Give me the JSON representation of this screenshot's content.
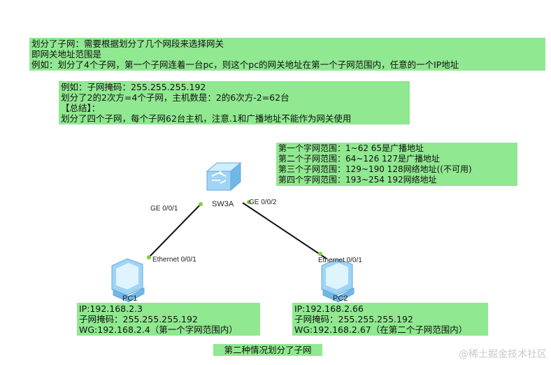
{
  "note_top": {
    "lines": [
      "划分了子网：需要根据划分了几个网段来选择网关",
      "即网关地址范围是",
      "例如：划分了4个子网，第一个子网连着一台pc，则这个pc的网关地址在第一个子网范围内，任意的一个IP地址"
    ]
  },
  "note_example": {
    "lines": [
      "例如：子网掩码：255.255.255.192",
      "划分了2的2次方=4个子网，主机数是：2的6次方-2=62台",
      "【总结】：",
      "划分了四个子网，每个子网62台主机，注意.1和广播地址不能作为网关使用"
    ]
  },
  "note_ranges": {
    "lines": [
      "第一个字网范围：1~62  65是广播地址",
      "第二个子网范围：64~126 127是广播地址",
      "第三个子网范围：129~190 128网络地址((不可用)",
      "第四个字网范围：193~254  192网络地址"
    ]
  },
  "switch": {
    "name": "SW3A",
    "port_left": "GE 0/0/1",
    "port_right": "GE 0/0/2"
  },
  "pc1": {
    "name": "PC1",
    "port": "Ethernet 0/0/1",
    "info": [
      "IP:192.168.2.3",
      "子网掩码：255.255.255.192",
      "WG:192.168.2.4（第一个字网范围内）"
    ]
  },
  "pc2": {
    "name": "PC2",
    "port": "Ethernet 0/0/1",
    "info": [
      "IP:192.168.2.66",
      "子网掩码：255.255.255.192",
      "WG:192.168.2.67（在第二个子网范围内）"
    ]
  },
  "caption": "第二种情况划分了子网",
  "watermark": "@稀土掘金技术社区",
  "colors": {
    "note_bg": "#90e890",
    "link_dot": "#7dd040",
    "link": "#111111"
  }
}
